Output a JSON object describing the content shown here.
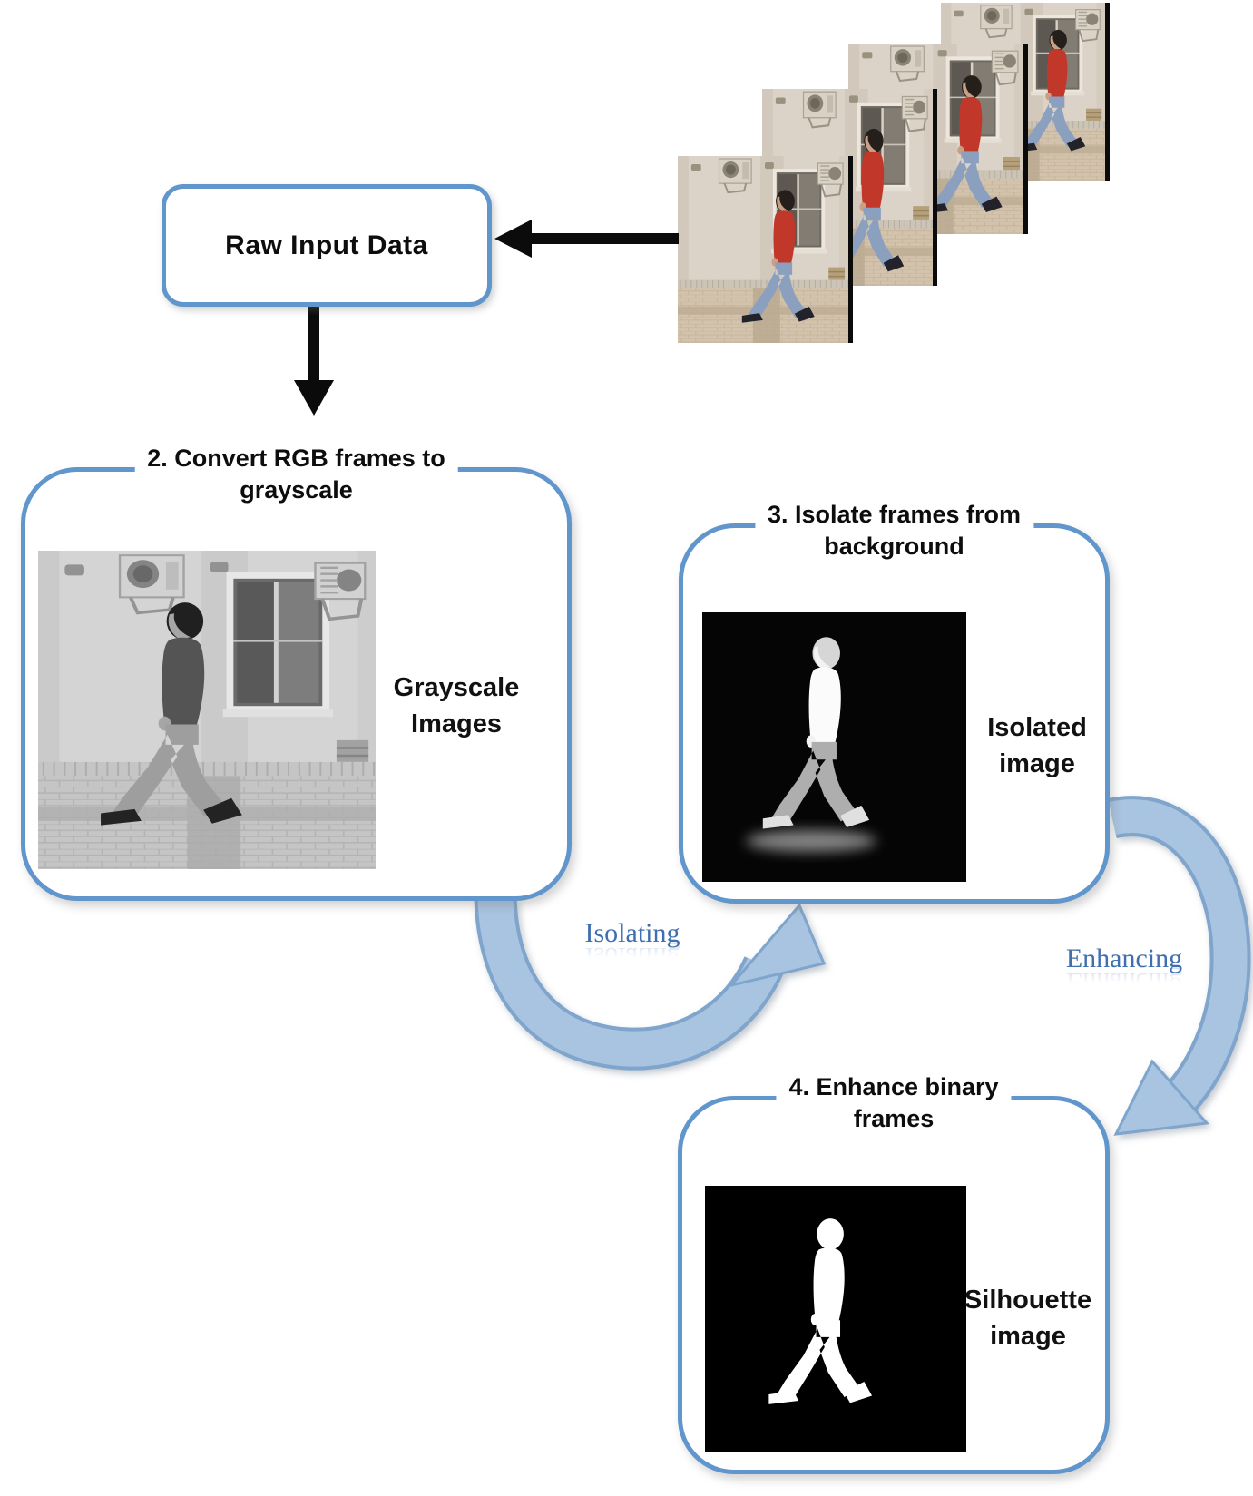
{
  "raw_input": {
    "label": "Raw Input Data"
  },
  "frames": {
    "count": 4
  },
  "steps": {
    "grayscale": {
      "title": "2. Convert RGB frames to\ngrayscale",
      "caption": "Grayscale\nImages"
    },
    "isolate": {
      "title": "3. Isolate frames from\nbackground",
      "caption": "Isolated\nimage"
    },
    "enhance": {
      "title": "4. Enhance binary\nframes",
      "caption": "Silhouette\nimage"
    }
  },
  "flows": {
    "isolating": "Isolating",
    "enhancing": "Enhancing"
  },
  "colors": {
    "panel_border": "#6096cc",
    "curved_arrow_fill": "#a9c4e1",
    "curved_arrow_edge": "#7fa5cc",
    "flow_label_text": "#3f6fae",
    "connector_black": "#0b0b0b",
    "person_sweater_red": "#c1382b",
    "person_jeans_blue": "#8ba0bf"
  }
}
